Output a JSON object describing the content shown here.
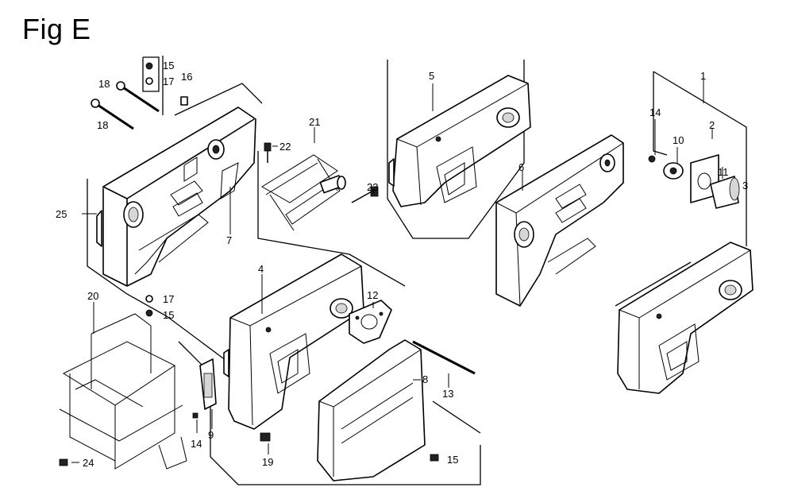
{
  "figure": {
    "title": "Fig E"
  },
  "callouts": {
    "c1": "1",
    "c2": "2",
    "c3": "3",
    "c4": "4",
    "c5": "5",
    "c6": "6",
    "c7": "7",
    "c8": "8",
    "c9": "9",
    "c10": "10",
    "c11": "11",
    "c12": "12",
    "c13": "13",
    "c14a": "14",
    "c14b": "14",
    "c15a": "15",
    "c15b": "15",
    "c15c": "15",
    "c16": "16",
    "c17a": "17",
    "c17b": "17",
    "c18a": "18",
    "c18b": "18",
    "c19": "19",
    "c20": "20",
    "c21": "21",
    "c22": "22",
    "c23": "23",
    "c24": "24",
    "c25": "25"
  }
}
